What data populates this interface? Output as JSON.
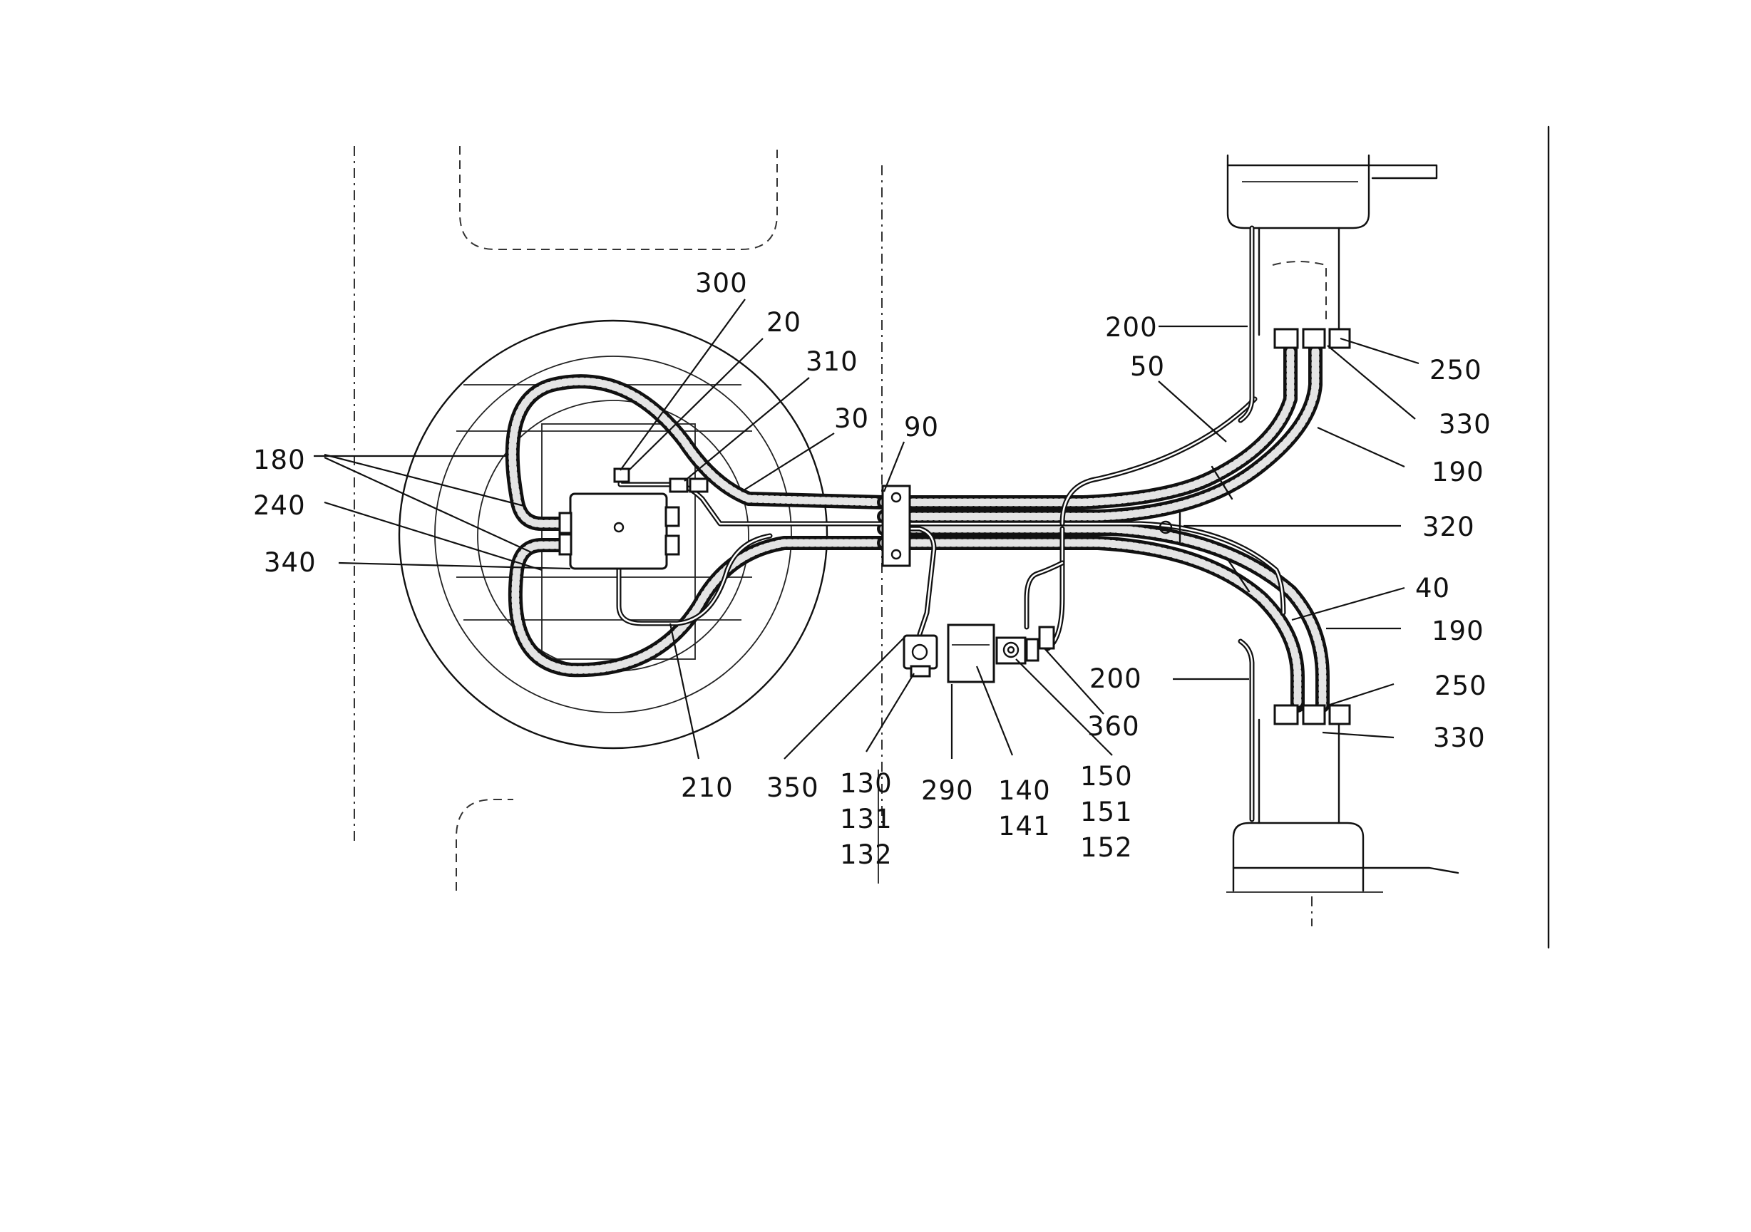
{
  "labels": {
    "l300": "300",
    "l20": "20",
    "l310": "310",
    "l30": "30",
    "l90": "90",
    "l180": "180",
    "l240": "240",
    "l340": "340",
    "l200a": "200",
    "l50": "50",
    "l250a": "250",
    "l330a": "330",
    "l190a": "190",
    "l320": "320",
    "l40": "40",
    "l190b": "190",
    "l200b": "200",
    "l250b": "250",
    "l330b": "330",
    "l360": "360",
    "l210": "210",
    "l350": "350",
    "l130": "130",
    "l131": "131",
    "l132": "132",
    "l290": "290",
    "l140": "140",
    "l141": "141",
    "l150": "150",
    "l151": "151",
    "l152": "152"
  }
}
